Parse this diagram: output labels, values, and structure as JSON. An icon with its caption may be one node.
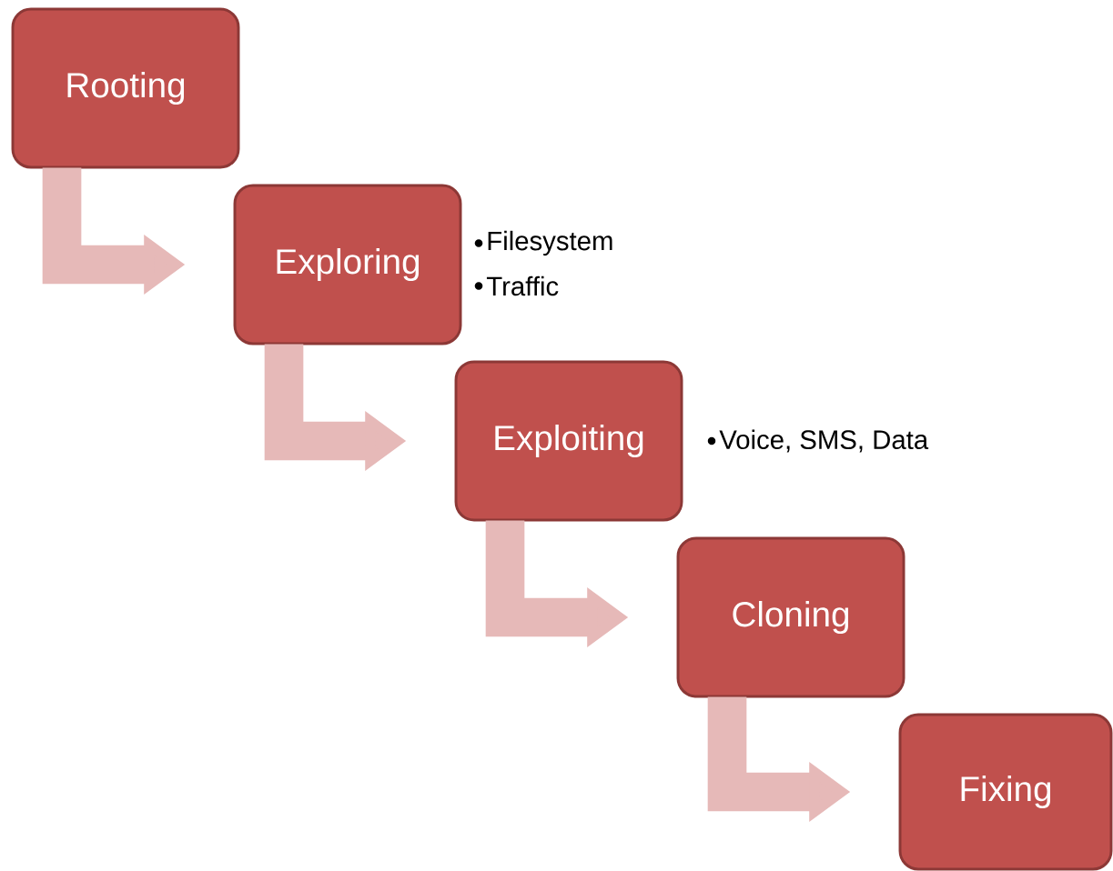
{
  "diagram": {
    "nodes": [
      {
        "text": [
          "Rooting"
        ]
      },
      {
        "text": [
          "Exploring"
        ],
        "beside": [
          "Filesystem",
          "Traffic"
        ]
      },
      {
        "text": [
          "Exploiting"
        ],
        "beside": [
          "Voice, SMS, Data"
        ]
      },
      {
        "text": [
          "Cloning"
        ]
      },
      {
        "text": [
          "Fixing"
        ]
      }
    ],
    "edges": [
      {
        "from": 0,
        "to": 1,
        "arrow": "to"
      },
      {
        "from": 1,
        "to": 2,
        "arrow": "to"
      },
      {
        "from": 2,
        "to": 3,
        "arrow": "to"
      },
      {
        "from": 3,
        "to": 4,
        "arrow": "to"
      }
    ]
  }
}
